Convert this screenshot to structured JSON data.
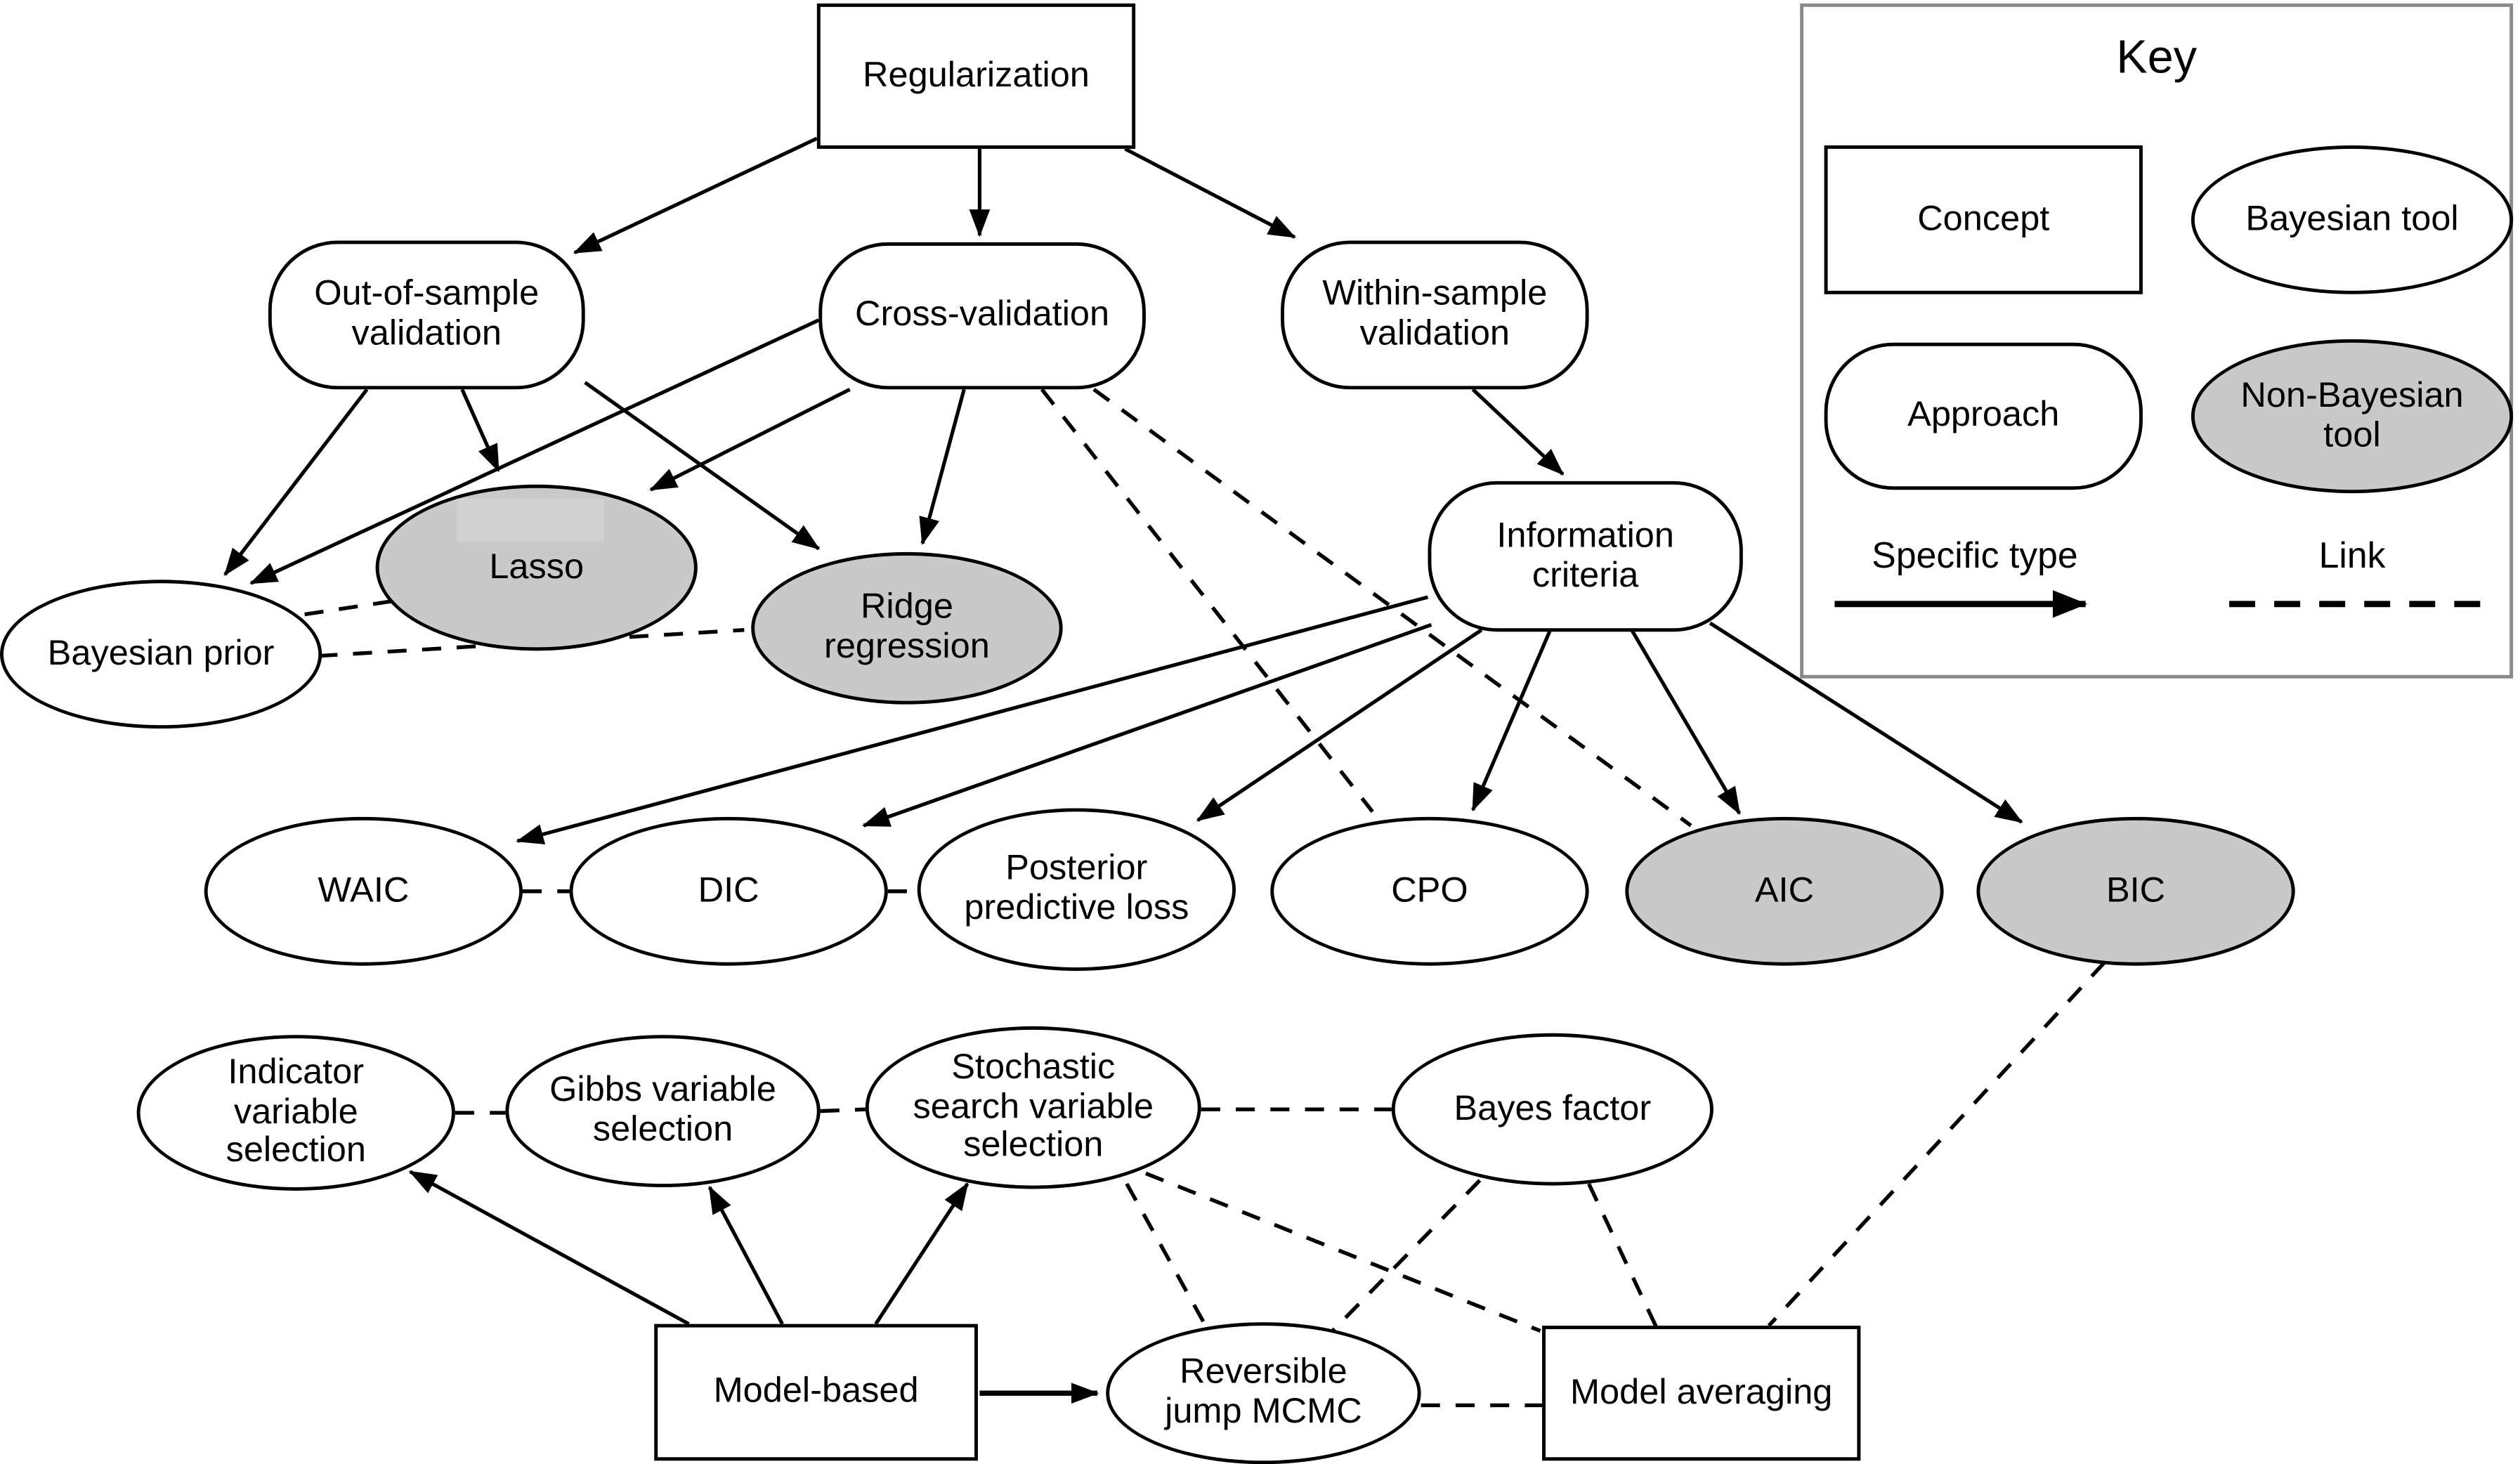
{
  "diagram": {
    "title_hint": "Bayesian model selection concept map",
    "colors": {
      "background": "#ffffff",
      "node_fill": "#ffffff",
      "non_bayesian_fill": "#c9c9c9",
      "stroke": "#000000",
      "key_border": "#8a8a8a"
    },
    "nodes": {
      "regularization": {
        "label": "Regularization",
        "shape": "rect",
        "kind": "concept"
      },
      "out_of_sample_validation": {
        "label": "Out-of-sample\nvalidation",
        "shape": "rounded",
        "kind": "approach"
      },
      "cross_validation": {
        "label": "Cross-validation",
        "shape": "rounded",
        "kind": "approach"
      },
      "within_sample_validation": {
        "label": "Within-sample\nvalidation",
        "shape": "rounded",
        "kind": "approach"
      },
      "bayesian_prior": {
        "label": "Bayesian prior",
        "shape": "ellipse",
        "kind": "bayesian-tool"
      },
      "lasso": {
        "label": "Lasso",
        "shape": "ellipse",
        "kind": "non-bayesian-tool"
      },
      "ridge_regression": {
        "label": "Ridge\nregression",
        "shape": "ellipse",
        "kind": "non-bayesian-tool"
      },
      "information_criteria": {
        "label": "Information\ncriteria",
        "shape": "rounded",
        "kind": "approach"
      },
      "waic": {
        "label": "WAIC",
        "shape": "ellipse",
        "kind": "bayesian-tool"
      },
      "dic": {
        "label": "DIC",
        "shape": "ellipse",
        "kind": "bayesian-tool"
      },
      "posterior_predictive_loss": {
        "label": "Posterior\npredictive loss",
        "shape": "ellipse",
        "kind": "bayesian-tool"
      },
      "cpo": {
        "label": "CPO",
        "shape": "ellipse",
        "kind": "bayesian-tool"
      },
      "aic": {
        "label": "AIC",
        "shape": "ellipse",
        "kind": "non-bayesian-tool"
      },
      "bic": {
        "label": "BIC",
        "shape": "ellipse",
        "kind": "non-bayesian-tool"
      },
      "indicator_variable_selection": {
        "label": "Indicator\nvariable\nselection",
        "shape": "ellipse",
        "kind": "bayesian-tool"
      },
      "gibbs_variable_selection": {
        "label": "Gibbs variable\nselection",
        "shape": "ellipse",
        "kind": "bayesian-tool"
      },
      "stochastic_search_variable_selection": {
        "label": "Stochastic\nsearch variable\nselection",
        "shape": "ellipse",
        "kind": "bayesian-tool"
      },
      "bayes_factor": {
        "label": "Bayes factor",
        "shape": "ellipse",
        "kind": "bayesian-tool"
      },
      "model_based": {
        "label": "Model-based",
        "shape": "rect",
        "kind": "concept"
      },
      "reversible_jump_mcmc": {
        "label": "Reversible\njump MCMC",
        "shape": "ellipse",
        "kind": "bayesian-tool"
      },
      "model_averaging": {
        "label": "Model averaging",
        "shape": "rect",
        "kind": "concept"
      }
    },
    "edges": {
      "specific_type_arrows": [
        {
          "from": "regularization",
          "to": "out_of_sample_validation"
        },
        {
          "from": "regularization",
          "to": "cross_validation"
        },
        {
          "from": "regularization",
          "to": "within_sample_validation"
        },
        {
          "from": "out_of_sample_validation",
          "to": "bayesian_prior"
        },
        {
          "from": "out_of_sample_validation",
          "to": "lasso"
        },
        {
          "from": "out_of_sample_validation",
          "to": "ridge_regression"
        },
        {
          "from": "cross_validation",
          "to": "bayesian_prior"
        },
        {
          "from": "cross_validation",
          "to": "lasso"
        },
        {
          "from": "cross_validation",
          "to": "ridge_regression"
        },
        {
          "from": "within_sample_validation",
          "to": "information_criteria"
        },
        {
          "from": "information_criteria",
          "to": "waic"
        },
        {
          "from": "information_criteria",
          "to": "dic"
        },
        {
          "from": "information_criteria",
          "to": "posterior_predictive_loss"
        },
        {
          "from": "information_criteria",
          "to": "cpo"
        },
        {
          "from": "information_criteria",
          "to": "aic"
        },
        {
          "from": "information_criteria",
          "to": "bic"
        },
        {
          "from": "model_based",
          "to": "indicator_variable_selection"
        },
        {
          "from": "model_based",
          "to": "gibbs_variable_selection"
        },
        {
          "from": "model_based",
          "to": "stochastic_search_variable_selection"
        },
        {
          "from": "model_based",
          "to": "reversible_jump_mcmc"
        }
      ],
      "links": [
        {
          "a": "bayesian_prior",
          "b": "lasso"
        },
        {
          "a": "bayesian_prior",
          "b": "ridge_regression"
        },
        {
          "a": "cross_validation",
          "b": "cpo"
        },
        {
          "a": "cross_validation",
          "b": "aic"
        },
        {
          "a": "waic",
          "b": "dic"
        },
        {
          "a": "dic",
          "b": "posterior_predictive_loss"
        },
        {
          "a": "indicator_variable_selection",
          "b": "gibbs_variable_selection"
        },
        {
          "a": "gibbs_variable_selection",
          "b": "stochastic_search_variable_selection"
        },
        {
          "a": "stochastic_search_variable_selection",
          "b": "bayes_factor"
        },
        {
          "a": "stochastic_search_variable_selection",
          "b": "reversible_jump_mcmc"
        },
        {
          "a": "stochastic_search_variable_selection",
          "b": "model_averaging"
        },
        {
          "a": "bayes_factor",
          "b": "reversible_jump_mcmc"
        },
        {
          "a": "bayes_factor",
          "b": "model_averaging"
        },
        {
          "a": "bic",
          "b": "model_averaging"
        },
        {
          "a": "reversible_jump_mcmc",
          "b": "model_averaging"
        }
      ]
    },
    "key": {
      "title": "Key",
      "concept": "Concept",
      "bayesian_tool": "Bayesian tool",
      "approach": "Approach",
      "non_bayesian_tool": "Non-Bayesian\ntool",
      "specific_type": "Specific type",
      "link": "Link"
    }
  }
}
